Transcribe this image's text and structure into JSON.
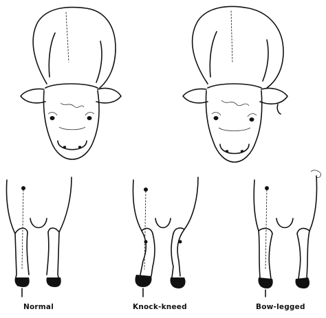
{
  "figure": {
    "labels": {
      "normal": "Normal",
      "knock_kneed": "Knock-kneed",
      "bow_legged": "Bow-legged"
    },
    "ink_color": "#111111",
    "background_color": "#ffffff"
  }
}
